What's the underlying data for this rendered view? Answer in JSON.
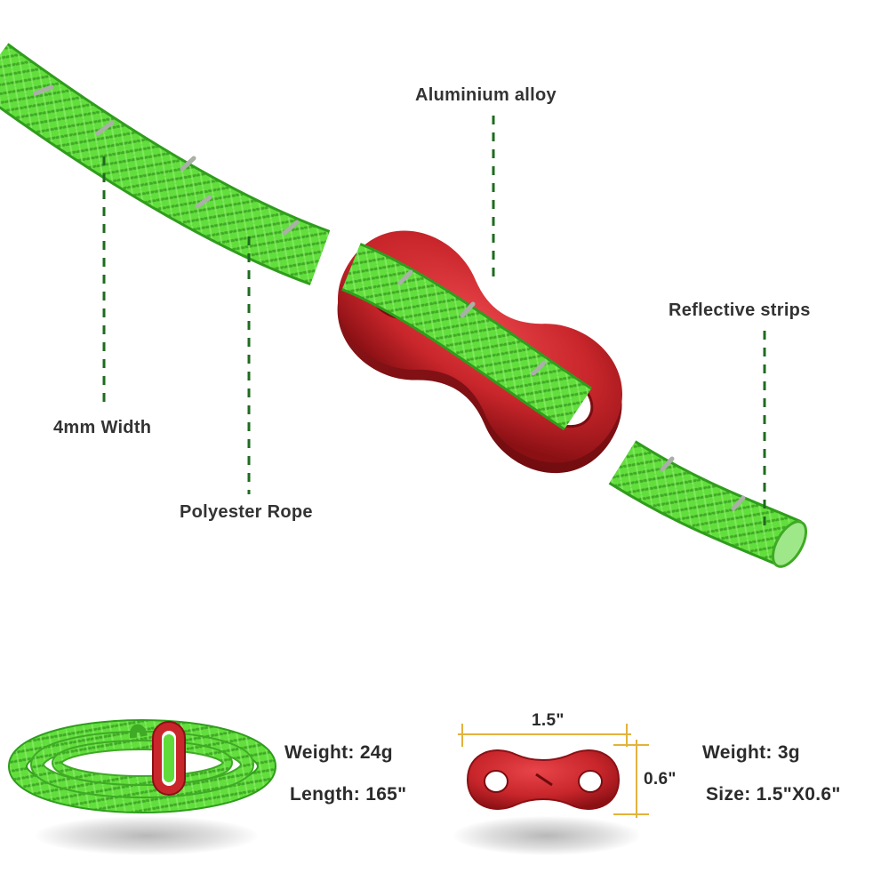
{
  "colors": {
    "rope": "#5fdc3a",
    "rope_dark": "#2f9d1c",
    "reflective": "#a9b0a6",
    "alloy": "#c8262b",
    "alloy_dark": "#8a1014",
    "leader": "#1f6b1f",
    "dimension": "#e3b23c"
  },
  "icons": [
    "rope-coil-icon",
    "tensioner-icon"
  ],
  "callouts": {
    "alloy": "Aluminium alloy",
    "reflective": "Reflective strips",
    "width": "4mm Width",
    "rope": "Polyester Rope"
  },
  "coil_specs": {
    "weight": "Weight: 24g",
    "length": "Length: 165\""
  },
  "tensioner_specs": {
    "width_dim": "1.5\"",
    "height_dim": "0.6\"",
    "weight": "Weight: 3g",
    "size": "Size: 1.5\"X0.6\""
  }
}
